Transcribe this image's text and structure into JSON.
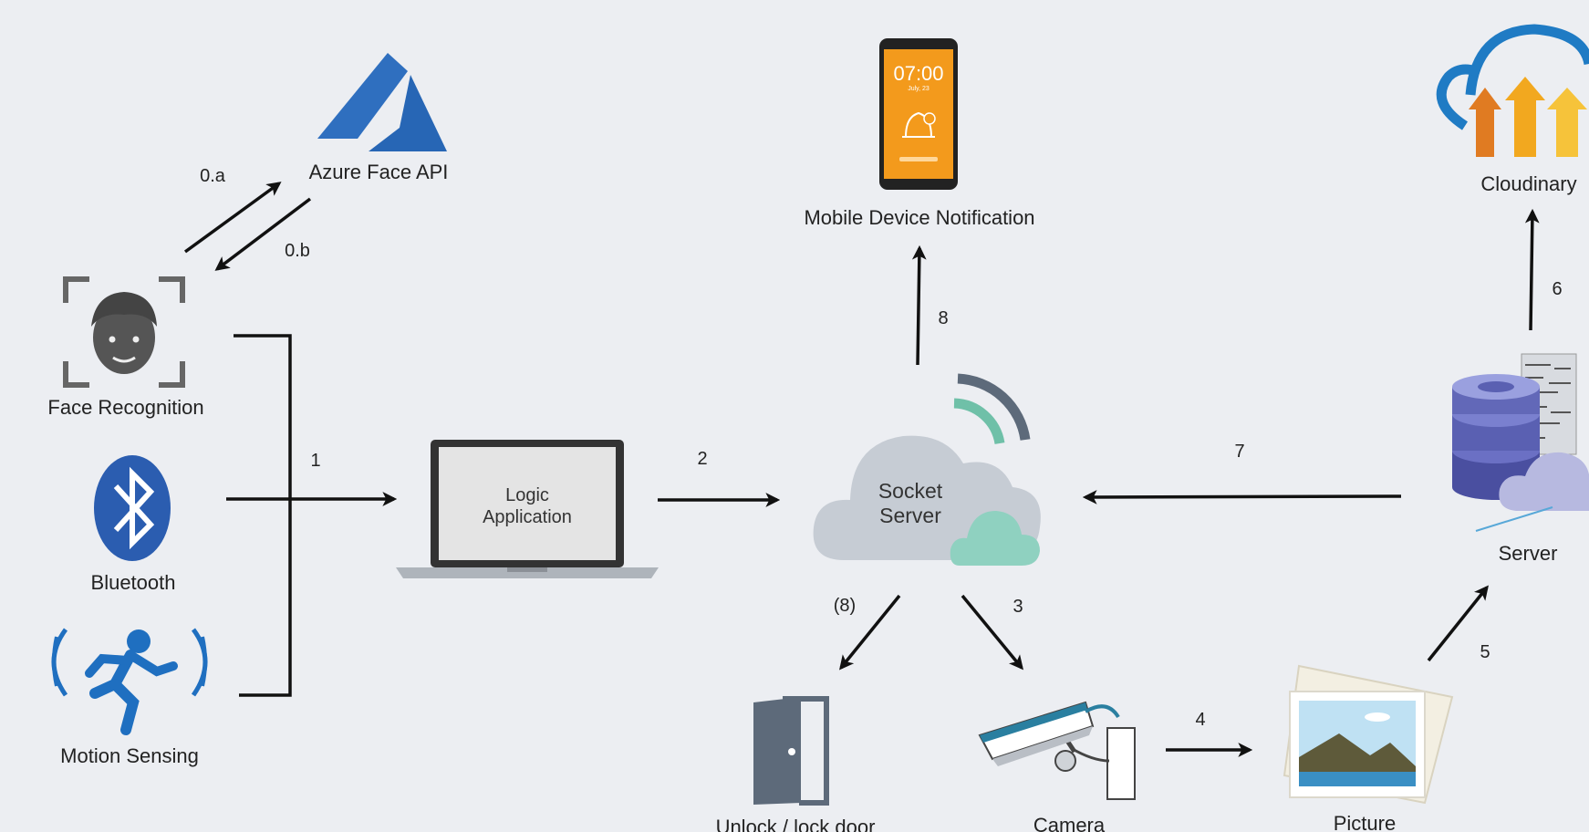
{
  "nodes": {
    "azure": {
      "label": "Azure Face API",
      "icon": "azure-logo-icon"
    },
    "face": {
      "label": "Face Recognition",
      "icon": "face-scan-icon"
    },
    "bluetooth": {
      "label": "Bluetooth",
      "icon": "bluetooth-icon"
    },
    "motion": {
      "label": "Motion Sensing",
      "icon": "running-person-icon"
    },
    "logic": {
      "line1": "Logic",
      "line2": "Application",
      "icon": "laptop-icon"
    },
    "socket": {
      "line1": "Socket",
      "line2": "Server",
      "icon": "cloud-wifi-icon"
    },
    "mobile": {
      "label": "Mobile Device Notification",
      "icon": "smartphone-icon",
      "clock": "07:00",
      "date": "July, 23"
    },
    "cloudinary": {
      "label": "Cloudinary",
      "icon": "cloudinary-logo-icon"
    },
    "server": {
      "label": "Server",
      "icon": "database-server-icon"
    },
    "door": {
      "label": "Unlock / lock door",
      "icon": "door-icon"
    },
    "camera": {
      "label": "Camera",
      "icon": "security-camera-icon"
    },
    "picture": {
      "label": "Picture",
      "icon": "picture-icon"
    }
  },
  "edges": {
    "e0a": "0.a",
    "e0b": "0.b",
    "e1": "1",
    "e2": "2",
    "e3": "3",
    "e4": "4",
    "e5": "5",
    "e6": "6",
    "e7": "7",
    "e8": "8",
    "e8b": "(8)"
  },
  "colors": {
    "background": "#eceef2",
    "azure": "#2f6fbf",
    "bluetooth": "#2b5db0",
    "motion": "#1f6fc0",
    "cloudinary_outline": "#1f7bc4",
    "phone_screen": "#f39a1c",
    "socket_cloud": "#c6ccd4",
    "socket_accent": "#8fd1c0"
  }
}
